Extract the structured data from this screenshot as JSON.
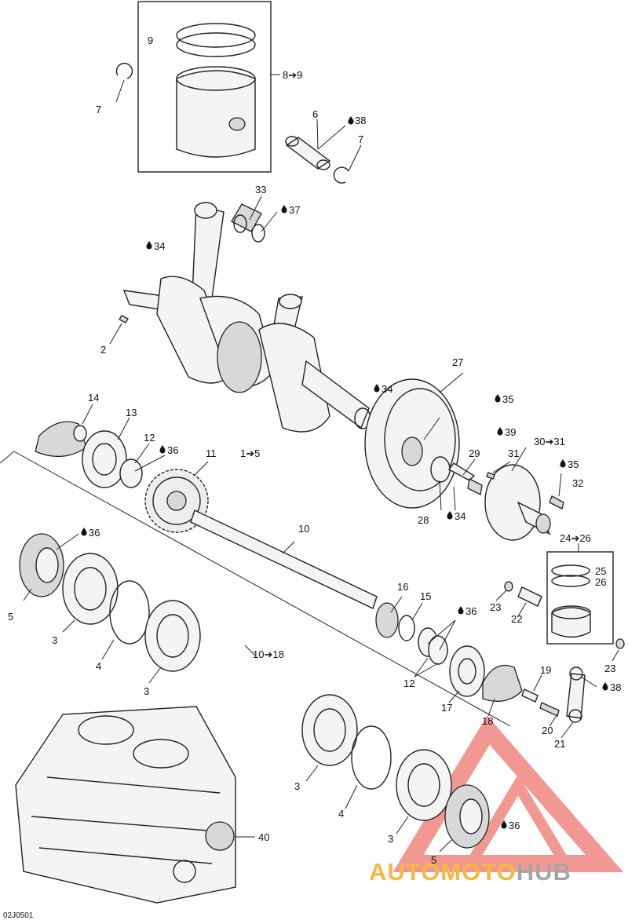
{
  "diagram_code": "02J0501",
  "watermark": {
    "part1": "AUTOMOTO",
    "part2": "HUB",
    "accent": "#f5b942",
    "gray": "#a5a5a5",
    "logo_color": "#e8453c"
  },
  "labels": {
    "l9": "9",
    "l8_9": "8➔9",
    "l7a": "7",
    "l6": "6",
    "l38a": "38",
    "l7b": "7",
    "l33": "33",
    "l37": "37",
    "l34a": "34",
    "l2": "2",
    "l27": "27",
    "l34b": "34",
    "l35a": "35",
    "l1_5": "1➔5",
    "l14": "14",
    "l13": "13",
    "l12a": "12",
    "l36a": "36",
    "l11": "11",
    "l39": "39",
    "l29": "29",
    "l31": "31",
    "l30_31": "30➔31",
    "l35b": "35",
    "l32": "32",
    "l28": "28",
    "l34c": "34",
    "l10": "10",
    "l24_26": "24➔26",
    "l36b": "36",
    "l25": "25",
    "l26": "26",
    "l5a": "5",
    "l3a": "3",
    "l16": "16",
    "l15": "15",
    "l23a": "23",
    "l22": "22",
    "l36c": "36",
    "l4a": "4",
    "l10_18": "10➔18",
    "l12b": "12",
    "l23b": "23",
    "l3b": "3",
    "l17": "17",
    "l18": "18",
    "l19": "19",
    "l38b": "38",
    "l20": "20",
    "l21": "21",
    "l3c": "3",
    "l4b": "4",
    "l3d": "3",
    "l36d": "36",
    "l40": "40",
    "l5b": "5"
  }
}
